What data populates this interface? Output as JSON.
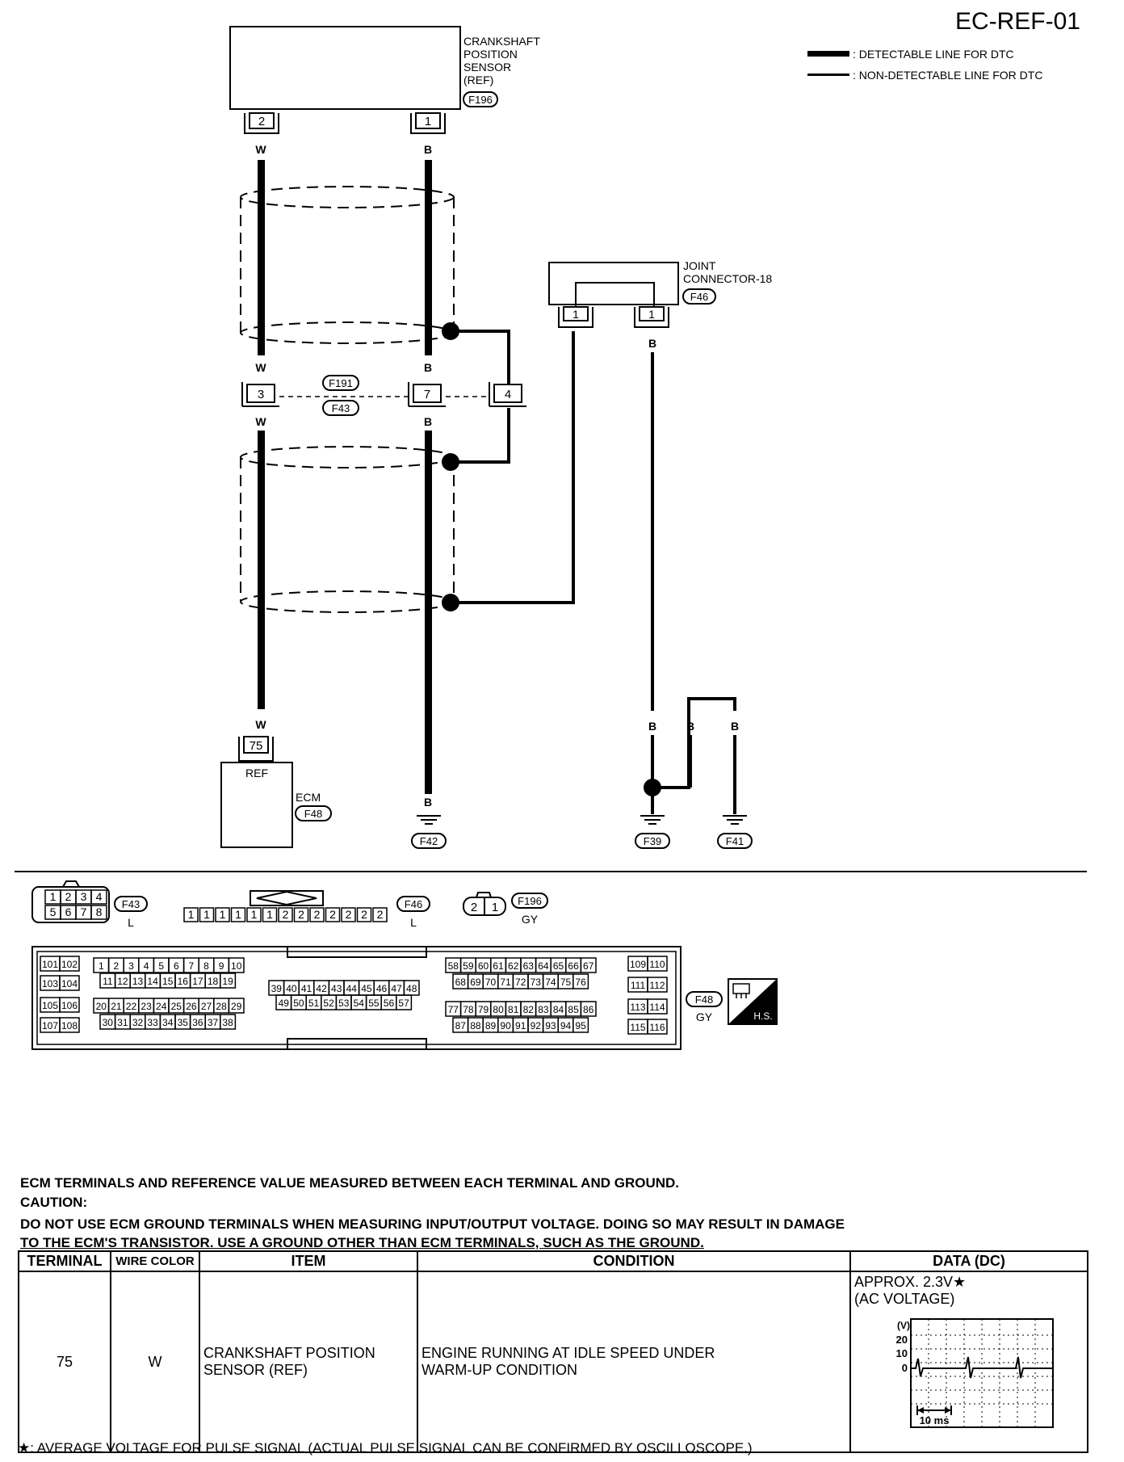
{
  "page_id": "EC-REF-01",
  "legend": {
    "detectable": ": DETECTABLE LINE FOR DTC",
    "non_detectable": ": NON-DETECTABLE LINE FOR DTC"
  },
  "sensor": {
    "name_lines": [
      "CRANKSHAFT",
      "POSITION",
      "SENSOR",
      "(REF)"
    ],
    "connector": "F196",
    "pin_left": "2",
    "pin_right": "1"
  },
  "joint": {
    "name_lines": [
      "JOINT",
      "CONNECTOR-18"
    ],
    "connector": "F46",
    "pin_a": "1",
    "pin_b": "1"
  },
  "inline": {
    "conn_top": "F191",
    "conn_bottom": "F43",
    "pin_w": "3",
    "pin_b": "7",
    "pin_shield": "4"
  },
  "ecm": {
    "pin": "75",
    "pin_label": "REF",
    "name": "ECM",
    "connector": "F48"
  },
  "wire_colors": {
    "w": "W",
    "b": "B"
  },
  "grounds": [
    "F42",
    "F39",
    "F41"
  ],
  "connectors_views": {
    "f43": {
      "id": "F43",
      "color": "L",
      "top": [
        "1",
        "2",
        "3",
        "4"
      ],
      "bottom": [
        "5",
        "6",
        "7",
        "8"
      ]
    },
    "f46": {
      "id": "F46",
      "color": "L",
      "pins": [
        "1",
        "1",
        "1",
        "1",
        "1",
        "1",
        "2",
        "2",
        "2",
        "2",
        "2",
        "2",
        "2"
      ]
    },
    "f196": {
      "id": "F196",
      "color": "GY",
      "pins": [
        "2",
        "1"
      ]
    },
    "f48": {
      "id": "F48",
      "color": "GY",
      "hs": "H.S."
    }
  },
  "notes": {
    "line1": "ECM TERMINALS AND REFERENCE VALUE MEASURED BETWEEN EACH TERMINAL AND GROUND.",
    "line2": "CAUTION:",
    "line3": "DO NOT USE ECM GROUND TERMINALS WHEN MEASURING INPUT/OUTPUT VOLTAGE. DOING SO MAY RESULT IN DAMAGE",
    "line4": "TO THE ECM'S TRANSISTOR. USE A GROUND OTHER THAN ECM TERMINALS, SUCH AS THE GROUND."
  },
  "table": {
    "headers": [
      "TERMINAL",
      "WIRE COLOR",
      "ITEM",
      "CONDITION",
      "DATA (DC)"
    ],
    "row": {
      "terminal": "75",
      "wire_color": "W",
      "item_lines": [
        "CRANKSHAFT POSITION",
        "SENSOR (REF)"
      ],
      "condition_lines": [
        "ENGINE RUNNING AT IDLE SPEED UNDER",
        "WARM-UP CONDITION"
      ],
      "data_line1": "APPROX. 2.3V★",
      "data_line2": "(AC VOLTAGE)",
      "scope": {
        "unit": "(V)",
        "y_ticks": [
          "20",
          "10",
          "0"
        ],
        "time_label": "10 ms"
      }
    }
  },
  "footnote": "★: AVERAGE VOLTAGE FOR PULSE SIGNAL (ACTUAL PULSE SIGNAL CAN BE CONFIRMED BY OSCILLOSCOPE.)"
}
